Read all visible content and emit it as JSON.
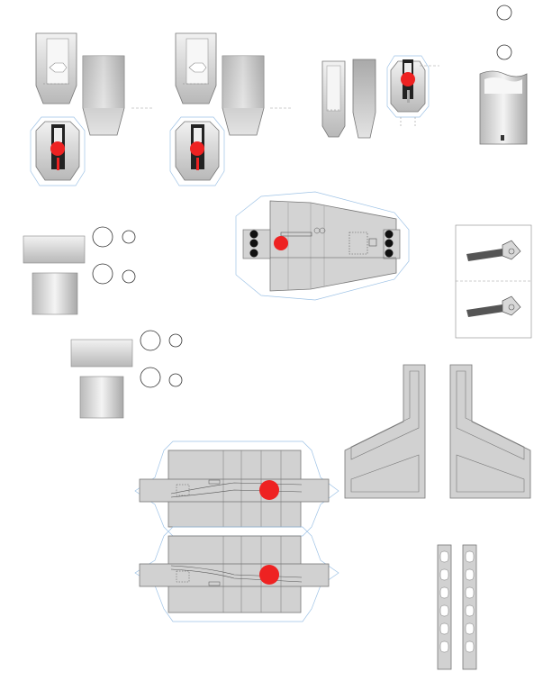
{
  "sheet": {
    "description_free": true,
    "colors": {
      "panel_gray": "#cfcfcf",
      "panel_dark": "#8f8f8f",
      "panel_light": "#f2f2f2",
      "outline": "#6e6e6e",
      "glue_tab_line": "#9fc3e6",
      "marker_red": "#ee2222",
      "hole_black": "#111111",
      "circle_stroke": "#333333"
    },
    "icons": [
      "red-dot-marker",
      "black-hole-marker",
      "circle-cutout",
      "fold-line"
    ]
  }
}
